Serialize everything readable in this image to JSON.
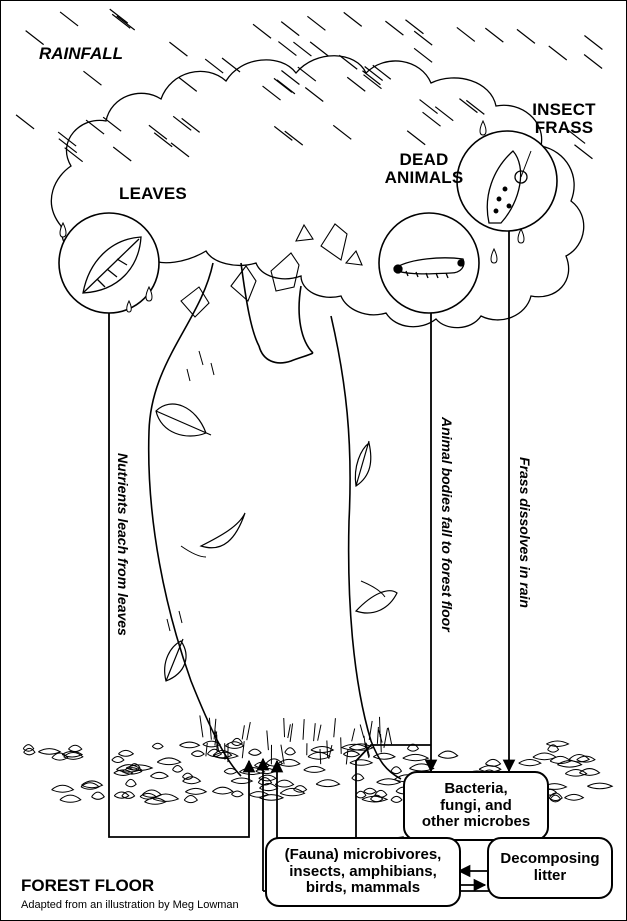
{
  "labels": {
    "rainfall": "RAINFALL",
    "leaves": "LEAVES",
    "dead_animals_line1": "DEAD",
    "dead_animals_line2": "ANIMALS",
    "insect_frass_line1": "INSECT",
    "insect_frass_line2": "FRASS",
    "nutrients_leach": "Nutrients leach from leaves",
    "animal_bodies": "Animal bodies fall to forest floor",
    "frass_dissolves": "Frass dissolves in rain",
    "forest_floor": "FOREST FLOOR",
    "credit": "Adapted from an illustration by Meg Lowman"
  },
  "boxes": {
    "bacteria": [
      "Bacteria,",
      "fungi, and",
      "other microbes"
    ],
    "fauna": [
      "(Fauna) microbivores,",
      "insects, amphibians,",
      "birds, mammals"
    ],
    "litter": [
      "Decomposing",
      "litter"
    ]
  }
}
